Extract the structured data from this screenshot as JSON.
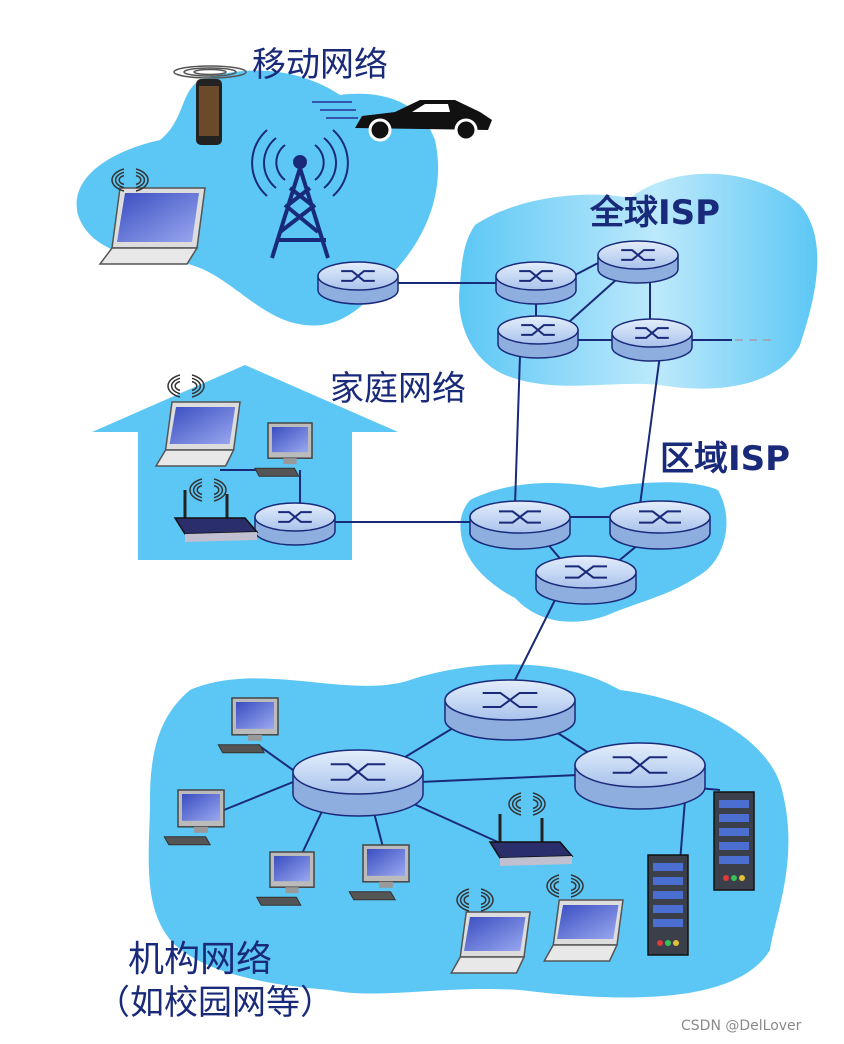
{
  "labels": {
    "mobile_network": "移动网络",
    "global_isp": "全球ISP",
    "home_network": "家庭网络",
    "regional_isp": "区域ISP",
    "institutional_network_line1": "机构网络",
    "institutional_network_line2": "（如校园网等）"
  },
  "watermark": "CSDN @DelLover",
  "colors": {
    "cloud": "#5cc7f5",
    "router_top": "#c8dcf5",
    "router_side": "#8eaee0",
    "link": "#1a2a7a",
    "label": "#1a2a7a"
  }
}
